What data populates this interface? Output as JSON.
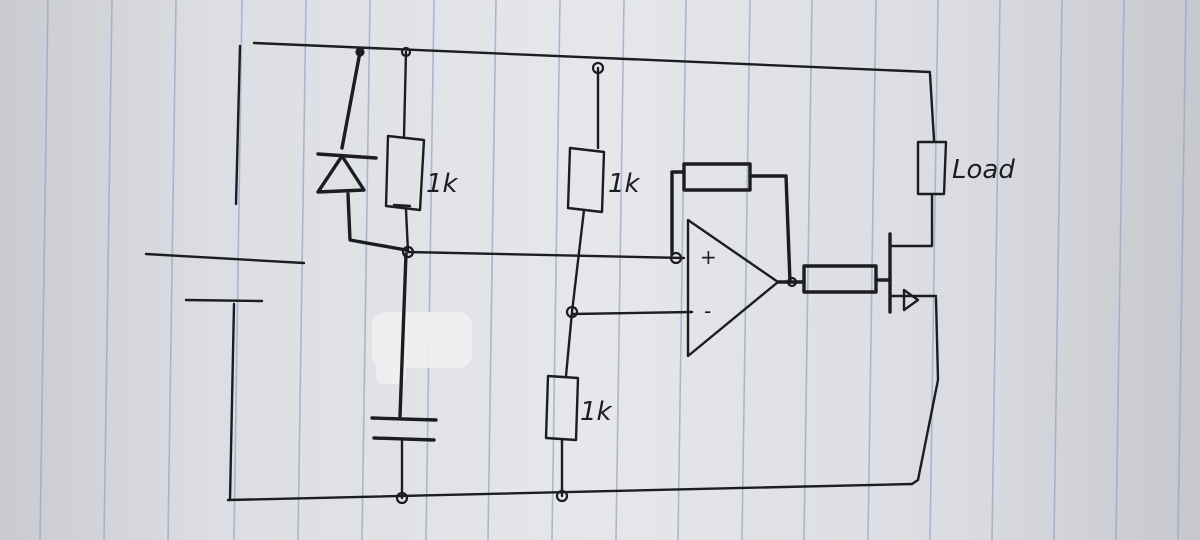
{
  "diagram": {
    "labels": {
      "r1": "1k",
      "r2": "1k",
      "r3": "1k",
      "load": "Load",
      "plus": "+",
      "minus": "-"
    },
    "colors": {
      "paper": "#e4e5e9",
      "rule_lines": "#9aa6c8",
      "ink": "#1c1d20"
    }
  }
}
